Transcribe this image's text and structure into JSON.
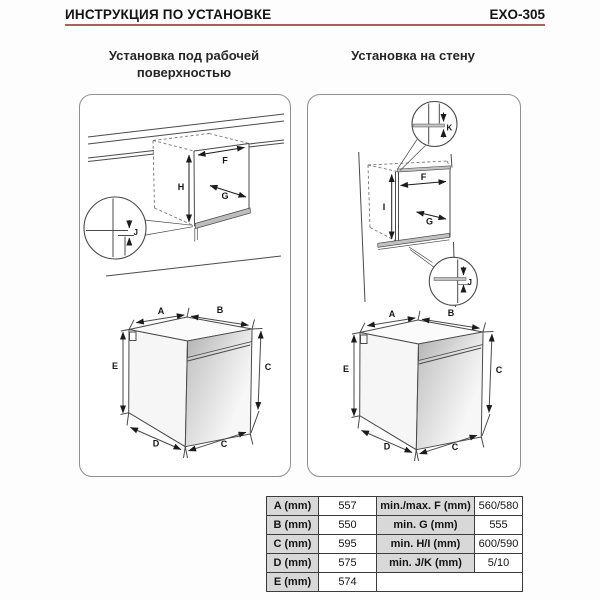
{
  "header": {
    "title": "ИНСТРУКЦИЯ ПО УСТАНОВКЕ",
    "model": "EXO-305",
    "accent_color": "#b0605c"
  },
  "sections": {
    "under_counter": {
      "title": "Установка под рабочей поверхностью"
    },
    "wall": {
      "title": "Установка на стену"
    }
  },
  "labels": {
    "under_counter": {
      "F": "F",
      "H": "H",
      "G": "G",
      "J": "J"
    },
    "wall": {
      "K": "K",
      "F": "F",
      "I": "I",
      "G": "G",
      "J": "J"
    },
    "oven": {
      "A": "A",
      "B": "B",
      "C": "C",
      "D": "D",
      "E": "E",
      "C_bottom": "C"
    }
  },
  "table": {
    "rows": [
      {
        "dim": "A (mm)",
        "value": "557",
        "dim2": "min./max. F (mm)",
        "value2": "560/580"
      },
      {
        "dim": "B (mm)",
        "value": "550",
        "dim2": "min. G (mm)",
        "value2": "555"
      },
      {
        "dim": "C (mm)",
        "value": "595",
        "dim2": "min. H/I (mm)",
        "value2": "600/590"
      },
      {
        "dim": "D (mm)",
        "value": "575",
        "dim2": "min. J/K (mm)",
        "value2": "5/10"
      },
      {
        "dim": "E (mm)",
        "value": "574",
        "dim2": "",
        "value2": ""
      }
    ]
  }
}
